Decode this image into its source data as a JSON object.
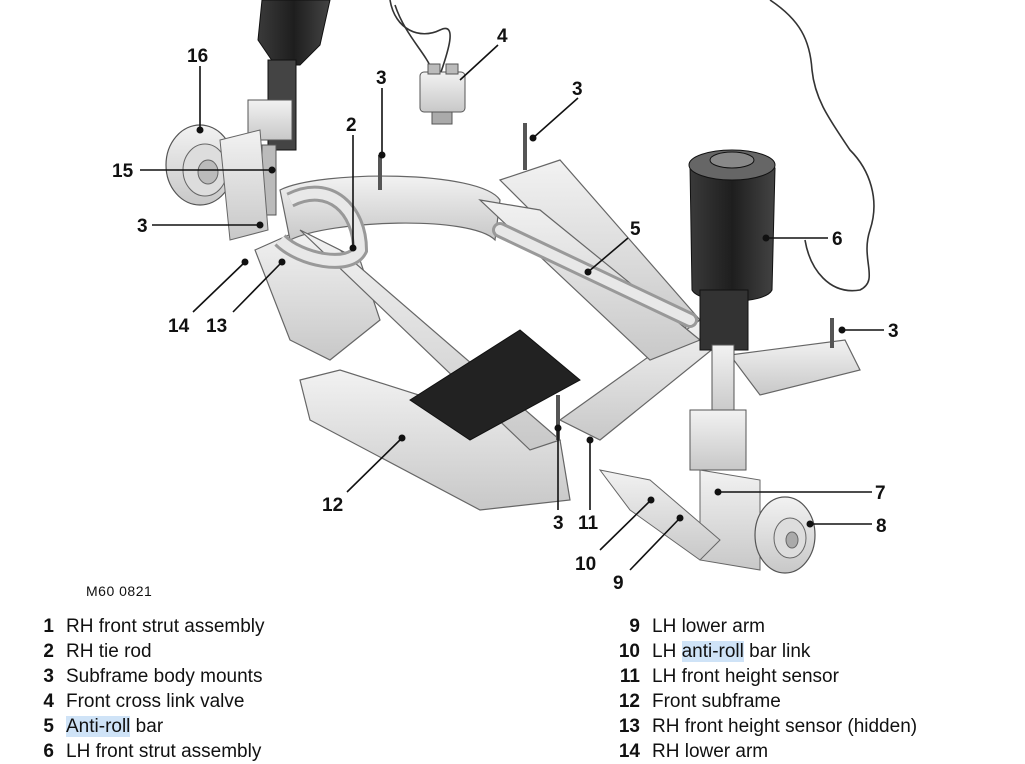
{
  "figure_code": "M60 0821",
  "callouts": [
    "16",
    "4",
    "3",
    "3",
    "2",
    "15",
    "3",
    "5",
    "6",
    "3",
    "14",
    "13",
    "12",
    "3",
    "11",
    "10",
    "9",
    "7",
    "8"
  ],
  "legend": {
    "left": [
      {
        "num": "1",
        "pre": "",
        "hl": "",
        "post": "RH front strut assembly"
      },
      {
        "num": "2",
        "pre": "",
        "hl": "",
        "post": "RH tie rod"
      },
      {
        "num": "3",
        "pre": "",
        "hl": "",
        "post": "Subframe body mounts"
      },
      {
        "num": "4",
        "pre": "",
        "hl": "",
        "post": "Front cross link valve"
      },
      {
        "num": "5",
        "pre": "",
        "hl": "Anti-roll",
        "post": " bar"
      },
      {
        "num": "6",
        "pre": "",
        "hl": "",
        "post": "LH front strut assembly"
      }
    ],
    "right": [
      {
        "num": "9",
        "pre": "LH lower arm",
        "hl": "",
        "post": ""
      },
      {
        "num": "10",
        "pre": "LH ",
        "hl": "anti-roll",
        "post": " bar link"
      },
      {
        "num": "11",
        "pre": "LH front height sensor",
        "hl": "",
        "post": ""
      },
      {
        "num": "12",
        "pre": "Front subframe",
        "hl": "",
        "post": ""
      },
      {
        "num": "13",
        "pre": "RH front height sensor (hidden)",
        "hl": "",
        "post": ""
      },
      {
        "num": "14",
        "pre": "RH lower arm",
        "hl": "",
        "post": ""
      }
    ]
  }
}
